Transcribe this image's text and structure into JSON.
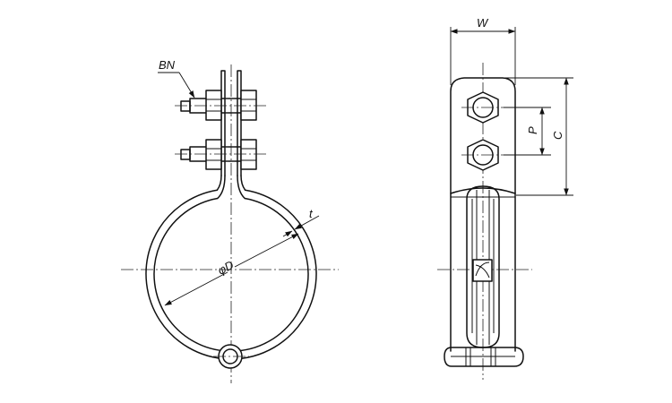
{
  "labels": {
    "bolt_nut": "BN",
    "diameter": "φD",
    "thickness": "t",
    "width": "W",
    "pitch": "P",
    "center_height": "C"
  }
}
